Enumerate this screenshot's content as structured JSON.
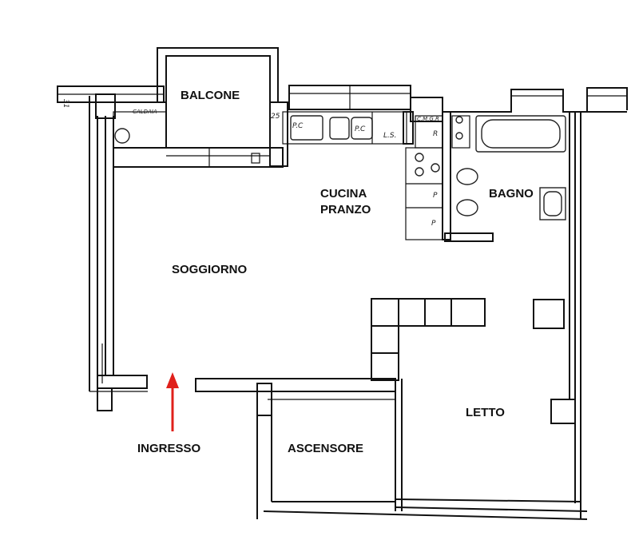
{
  "rooms": {
    "balcone": "BALCONE",
    "cucina_line1": "CUCINA",
    "cucina_line2": "PRANZO",
    "bagno": "BAGNO",
    "soggiorno": "SOGGIORNO",
    "letto": "LETTO",
    "ascensore": "ASCENSORE"
  },
  "entrance": {
    "label": "INGRESSO",
    "arrow_color": "#e0201b"
  },
  "handwritten": {
    "dim_left": "31",
    "caldaia": "CALDAIA",
    "dim_25": "25",
    "pc1": "P.C",
    "pc2": "P.C",
    "ls": "L.S.",
    "cmgr": "C.M.G.R",
    "r": "R",
    "p1": "P",
    "p2": "P"
  },
  "colors": {
    "wall": "#111111",
    "background": "#ffffff"
  }
}
